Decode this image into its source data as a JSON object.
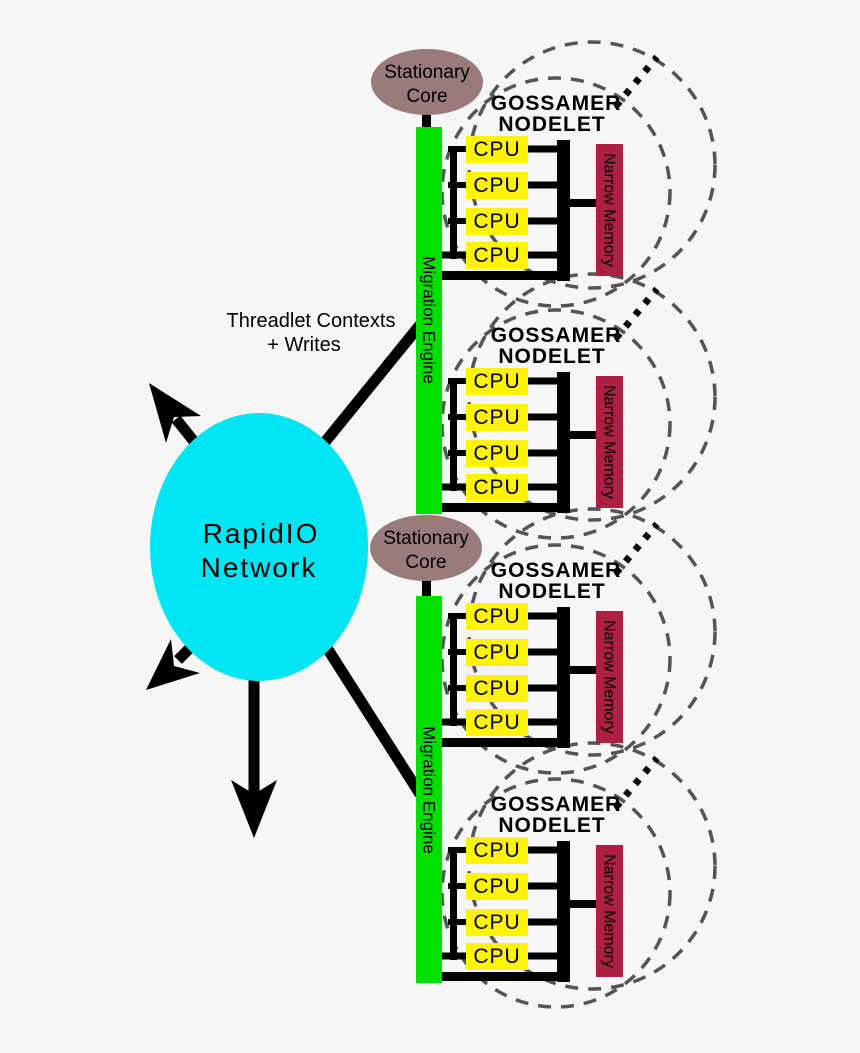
{
  "colors": {
    "background": "#F6F6F6",
    "network_fill": "#00E5F2",
    "core_fill": "#9A7B7B",
    "engine_fill": "#00DF00",
    "cpu_fill": "#FFF308",
    "memory_fill": "#AC2043",
    "wire_black": "#000000",
    "boundary_gray": "#555555"
  },
  "network": {
    "line1": "RapidIO",
    "line2": "Network"
  },
  "annotation": {
    "line1": "Threadlet Contexts",
    "line2": "+ Writes"
  },
  "stationary_cores": [
    {
      "line1": "Stationary",
      "line2": "Core"
    },
    {
      "line1": "Stationary",
      "line2": "Core"
    }
  ],
  "migration_engines": [
    {
      "label": "Migration Engine"
    },
    {
      "label": "Migration Engine"
    }
  ],
  "nodelets": [
    {
      "title1": "GOSSAMER",
      "title2": "NODELET",
      "cpus": [
        "CPU",
        "CPU",
        "CPU",
        "CPU"
      ],
      "memory": "Narrow Memory"
    },
    {
      "title1": "GOSSAMER",
      "title2": "NODELET",
      "cpus": [
        "CPU",
        "CPU",
        "CPU",
        "CPU"
      ],
      "memory": "Narrow Memory"
    },
    {
      "title1": "GOSSAMER",
      "title2": "NODELET",
      "cpus": [
        "CPU",
        "CPU",
        "CPU",
        "CPU"
      ],
      "memory": "Narrow Memory"
    },
    {
      "title1": "GOSSAMER",
      "title2": "NODELET",
      "cpus": [
        "CPU",
        "CPU",
        "CPU",
        "CPU"
      ],
      "memory": "Narrow Memory"
    }
  ]
}
